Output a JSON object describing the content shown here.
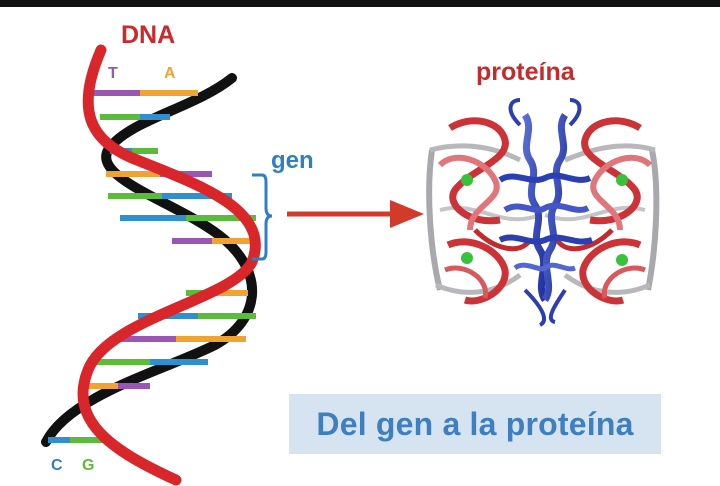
{
  "labels": {
    "dna": "DNA",
    "protein": "proteína",
    "gene": "gen",
    "caption": "Del gen a la proteína"
  },
  "bases": {
    "top_left": "T",
    "top_right": "A",
    "bottom_left": "C",
    "bottom_right": "G"
  },
  "colors": {
    "strand_red": "#d8262a",
    "strand_black": "#111111",
    "base_purple": "#9a55b5",
    "base_orange": "#f0a233",
    "base_blue": "#2f8fd0",
    "base_green": "#5bbb3a",
    "accent_blue": "#2f7fc4",
    "arrow_red": "#d23a2a",
    "caption_bg": "#d6e4f1"
  }
}
